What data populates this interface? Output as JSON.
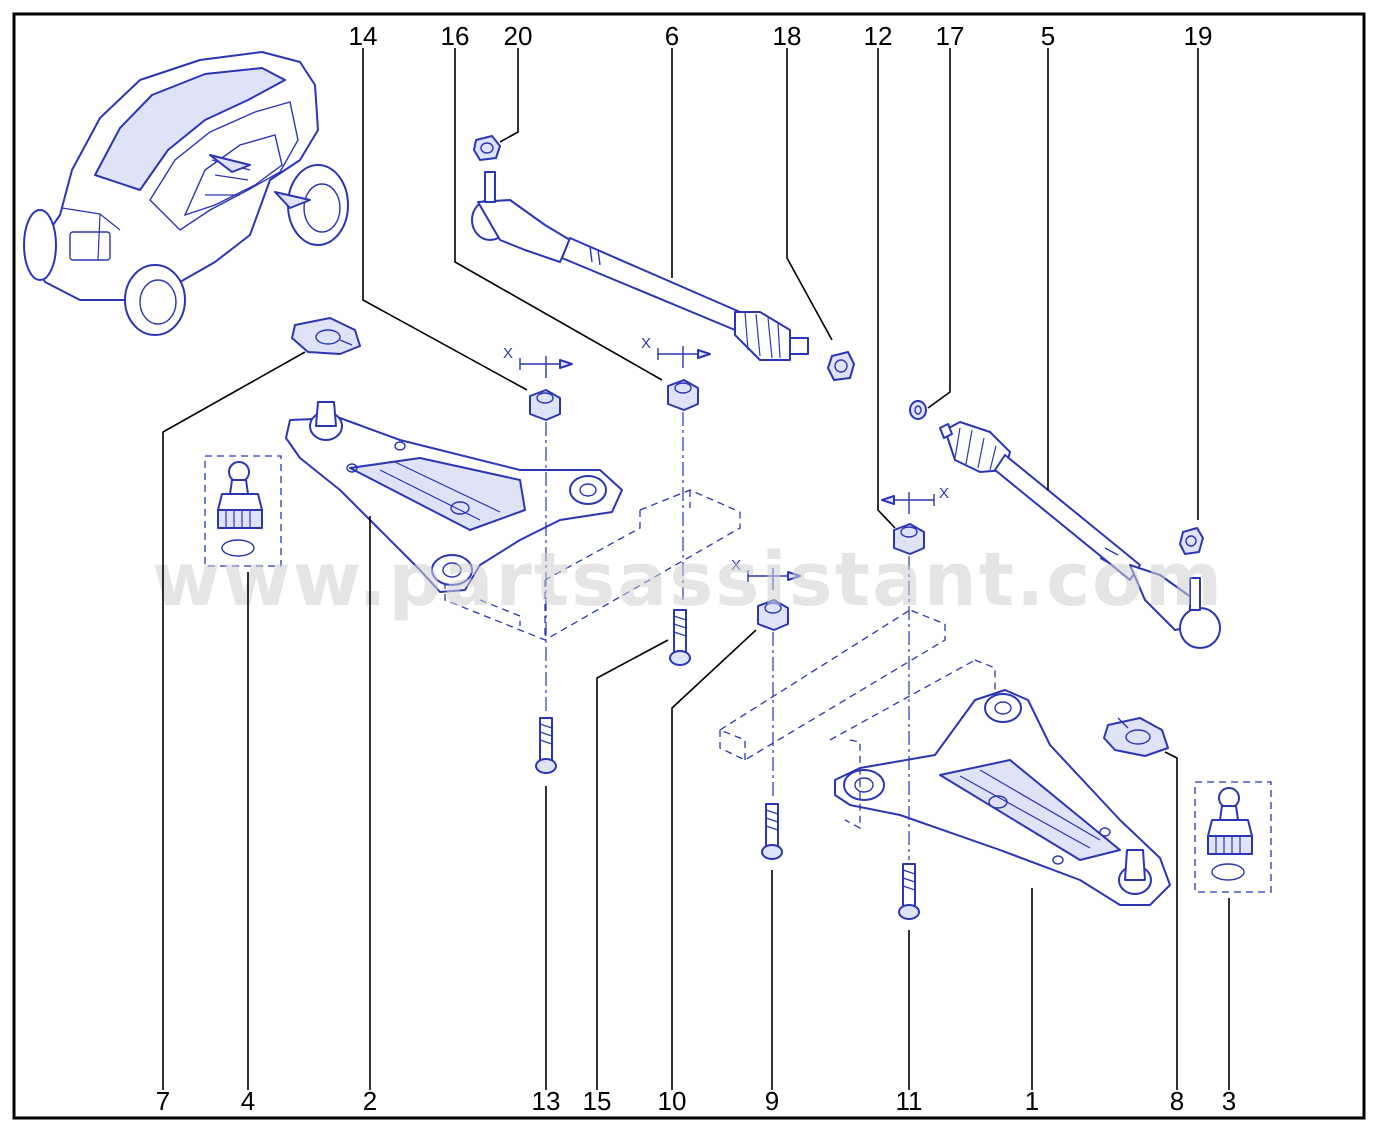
{
  "diagram": {
    "callouts": {
      "n14": "14",
      "n16": "16",
      "n20": "20",
      "n6": "6",
      "n18": "18",
      "n12": "12",
      "n17": "17",
      "n5": "5",
      "n19": "19",
      "n7": "7",
      "n4": "4",
      "n2": "2",
      "n13": "13",
      "n15": "15",
      "n10": "10",
      "n9": "9",
      "n11": "11",
      "n1": "1",
      "n8": "8",
      "n3": "3"
    },
    "tightening_marks": {
      "m14": "X",
      "m16": "X",
      "m12": "X",
      "m10": "X"
    },
    "watermark": "www.partsassistant.com"
  },
  "colors": {
    "line_art": "#2a36b4",
    "line_art_fill": "#dfe3f7",
    "frame": "#000000",
    "watermark": "#cfcfcf"
  }
}
